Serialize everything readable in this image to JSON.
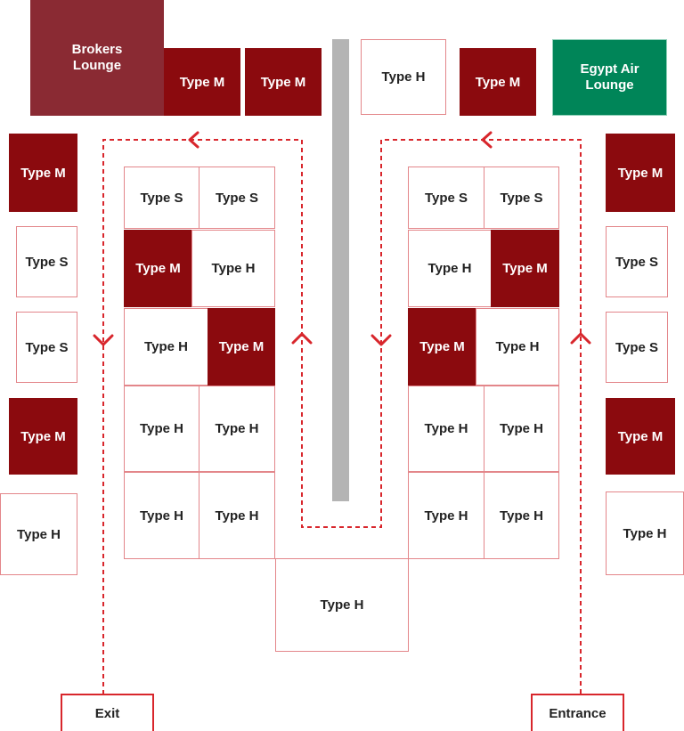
{
  "labels": {
    "type_m": "Type M",
    "type_s": "Type S",
    "type_h": "Type H"
  },
  "lounges": {
    "brokers": "Brokers\nLounge",
    "egypt_air": "Egypt Air\nLounge"
  },
  "exit_label": "Exit",
  "entrance_label": "Entrance",
  "colors": {
    "type_m_fill": "#8b0a0e",
    "booth_border": "#e3868a",
    "brokers_lounge": "#8a2a33",
    "egypt_air_lounge": "#008558",
    "path_line": "#d8262c",
    "divider": "#b4b4b4"
  }
}
